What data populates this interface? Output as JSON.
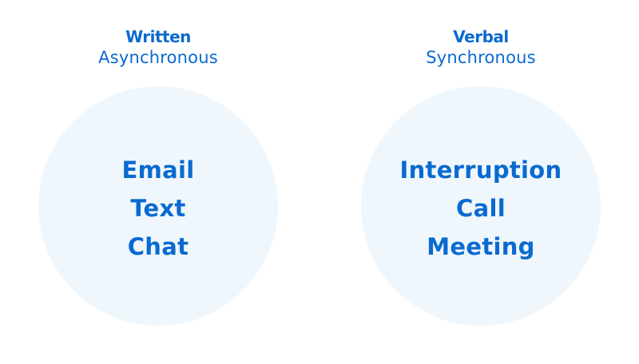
{
  "colors": {
    "text": "#0a6ad0",
    "circle_fill": "#eff7fd",
    "background": "#ffffff"
  },
  "columns": [
    {
      "title": "Written",
      "subtitle": "Asynchronous",
      "items": [
        "Email",
        "Text",
        "Chat"
      ]
    },
    {
      "title": "Verbal",
      "subtitle": "Synchronous",
      "items": [
        "Interruption",
        "Call",
        "Meeting"
      ]
    }
  ]
}
